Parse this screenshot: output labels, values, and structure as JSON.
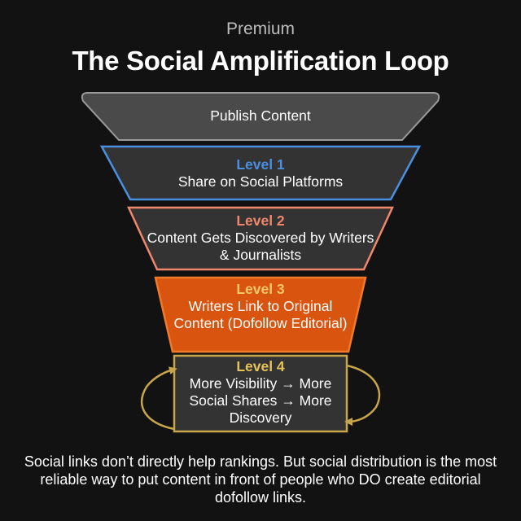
{
  "header": {
    "eyebrow": "Premium",
    "title": "The Social Amplification Loop"
  },
  "stages": [
    {
      "level": "",
      "text": "Publish Content",
      "fill": "#4a4a4a",
      "stroke": "#9a9a9a",
      "level_color": ""
    },
    {
      "level": "Level 1",
      "text": "Share on Social Platforms",
      "fill": "#333333",
      "stroke": "#4a8fe0",
      "level_color": "#4a8fe0"
    },
    {
      "level": "Level 2",
      "text": "Content Gets Discovered by Writers & Journalists",
      "fill": "#333333",
      "stroke": "#f0876a",
      "level_color": "#f0876a"
    },
    {
      "level": "Level 3",
      "text": "Writers Link to Original Content (Dofollow Editorial)",
      "fill": "#d9540e",
      "stroke": "#f07a2a",
      "level_color": "#f5c76a"
    },
    {
      "level": "Level 4",
      "text": "More Visibility → More Social Shares → More Discovery",
      "fill": "#333333",
      "stroke": "#c9a54a",
      "level_color": "#e8c35a"
    }
  ],
  "loop_color": "#c9a54a",
  "footnote": "Social links don’t directly help rankings. But social distribution is the most reliable way to put content in front of people who DO create editorial dofollow links."
}
